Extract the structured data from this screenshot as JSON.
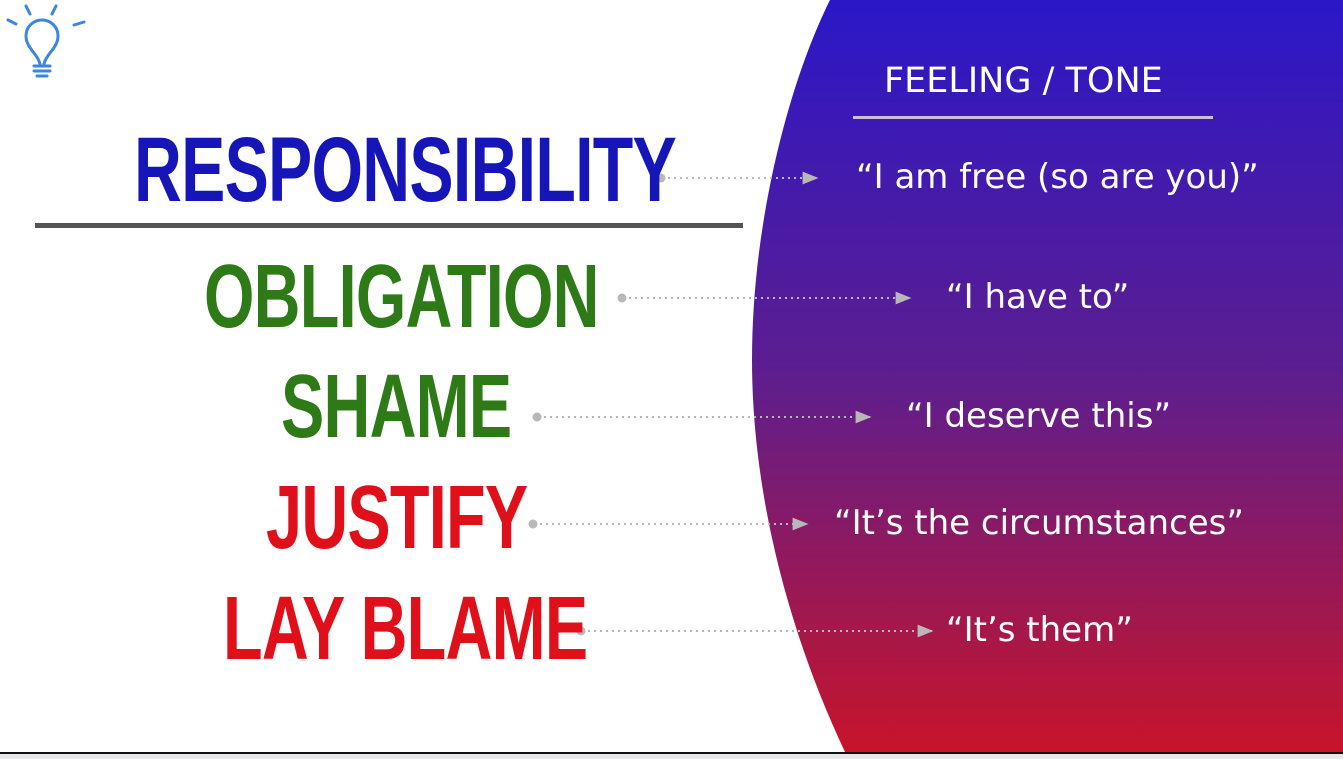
{
  "header": "FEELING / TONE",
  "colors": {
    "blue": "#1515b8",
    "green": "#2d7a16",
    "red": "#e0101a",
    "gradient_top": "#2b17c8",
    "gradient_bottom": "#c8142a",
    "connector": "#b8b8b8"
  },
  "rows": [
    {
      "term": "RESPONSIBILITY",
      "feeling": "“I am free (so are you)”",
      "color": "blue"
    },
    {
      "term": "OBLIGATION",
      "feeling": "“I have to”",
      "color": "green"
    },
    {
      "term": "SHAME",
      "feeling": "“I deserve this”",
      "color": "green"
    },
    {
      "term": "JUSTIFY",
      "feeling": "“It’s the circumstances”",
      "color": "red"
    },
    {
      "term": "LAY BLAME",
      "feeling": "“It’s them”",
      "color": "red"
    }
  ],
  "icon": "lightbulb-icon"
}
